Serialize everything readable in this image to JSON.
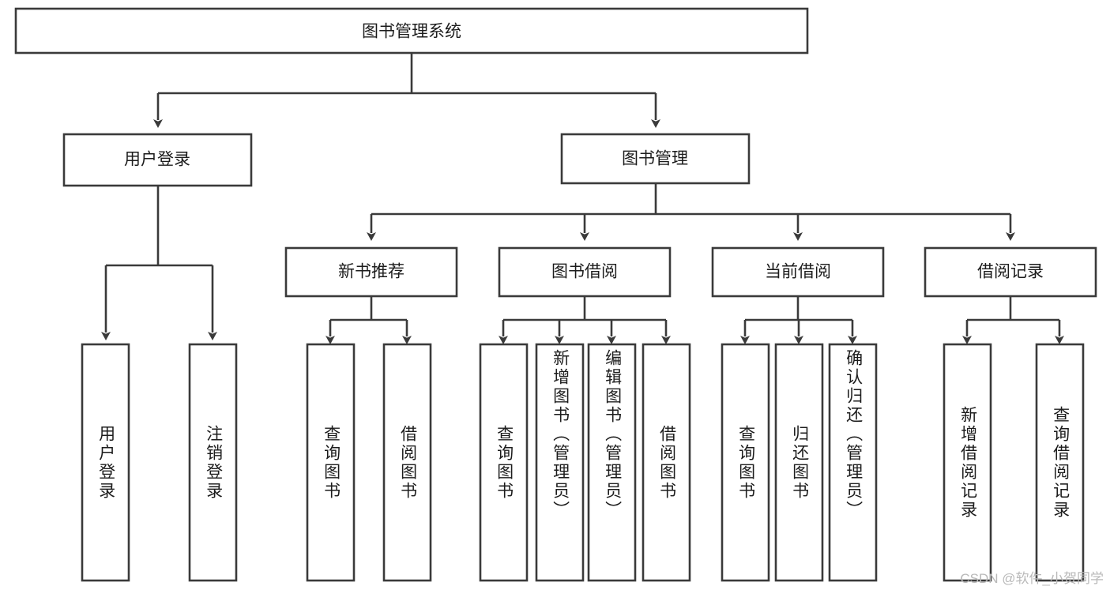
{
  "diagram": {
    "title": "图书管理系统",
    "type": "tree-hierarchy-chart",
    "watermark": "CSDN @软件_小贺同学",
    "colors": {
      "stroke": "#3a3a3a",
      "fill": "#ffffff",
      "text": "#1c1c1c",
      "watermark": "#b9b9b9"
    },
    "levels": {
      "root": {
        "label": "图书管理系统"
      },
      "level2": [
        {
          "label": "用户登录"
        },
        {
          "label": "图书管理"
        }
      ],
      "level3": [
        {
          "label": "新书推荐"
        },
        {
          "label": "图书借阅"
        },
        {
          "label": "当前借阅"
        },
        {
          "label": "借阅记录"
        }
      ],
      "leaves": {
        "user_login": [
          {
            "label": "用户登录"
          },
          {
            "label": "注销登录"
          }
        ],
        "new_book_recommend": [
          {
            "label": "查询图书"
          },
          {
            "label": "借阅图书"
          }
        ],
        "book_borrow": [
          {
            "label": "查询图书"
          },
          {
            "label": "新增图书（管理员）"
          },
          {
            "label": "编辑图书（管理员）"
          },
          {
            "label": "借阅图书"
          }
        ],
        "current_borrow": [
          {
            "label": "查询图书"
          },
          {
            "label": "归还图书"
          },
          {
            "label": "确认归还（管理员）"
          }
        ],
        "borrow_record": [
          {
            "label": "新增借阅记录"
          },
          {
            "label": "查询借阅记录"
          }
        ]
      }
    }
  }
}
